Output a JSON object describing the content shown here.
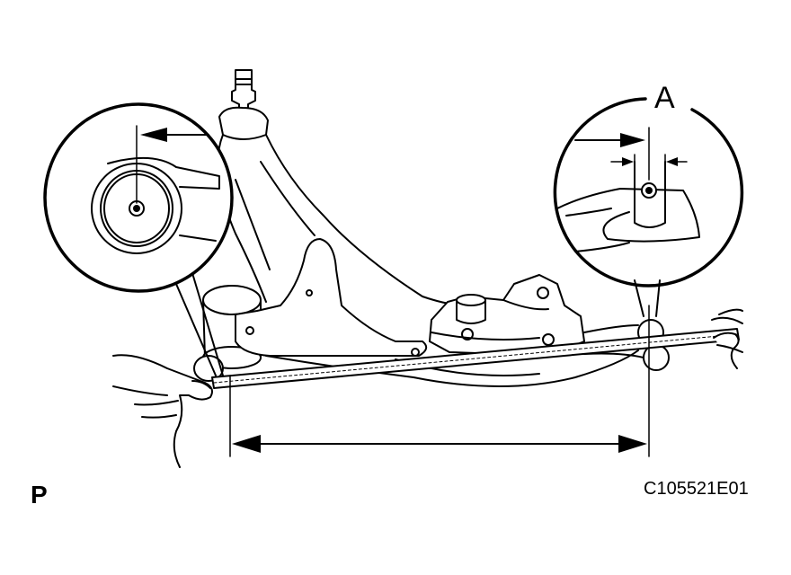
{
  "figure": {
    "callout_label": "A",
    "view_label": "P",
    "figure_code": "C105521E01"
  },
  "parts": {
    "main": "lower-suspension-arm",
    "left_detail": "front-bushing-center-mark",
    "right_detail": "rear-bushing-alignment-mark",
    "tool": "measuring-tape"
  },
  "colors": {
    "ink": "#000000",
    "paper": "#ffffff"
  }
}
